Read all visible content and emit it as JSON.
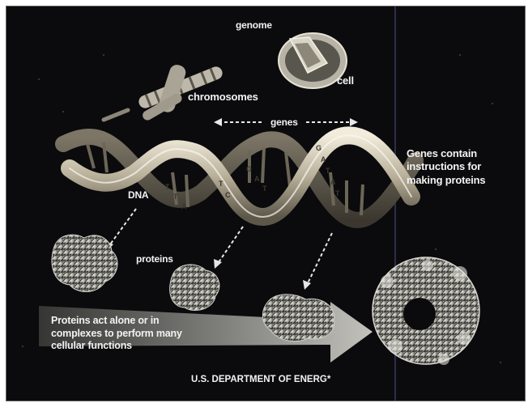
{
  "labels": {
    "genome": "genome",
    "cell": "cell",
    "chromosomes": "chromosomes",
    "genes": "genes",
    "dna": "DNA",
    "proteins": "proteins",
    "genes_note": "Genes contain instructions for making proteins",
    "proteins_note": "Proteins act alone or in complexes to perform many cellular functions",
    "credit": "U.S. DEPARTMENT OF ENERG*"
  },
  "dna_bases": [
    "T",
    "T",
    "A",
    "T",
    "C",
    "G",
    "A",
    "T",
    "G",
    "A",
    "T",
    "A",
    "T"
  ],
  "colors": {
    "background": "#0b0b0d",
    "label": "#f2f2f2",
    "helix": "#d9d2bd",
    "protein": "#b9b9b2",
    "arrow": "#8a8a86",
    "divider": "#2b2e4a"
  }
}
